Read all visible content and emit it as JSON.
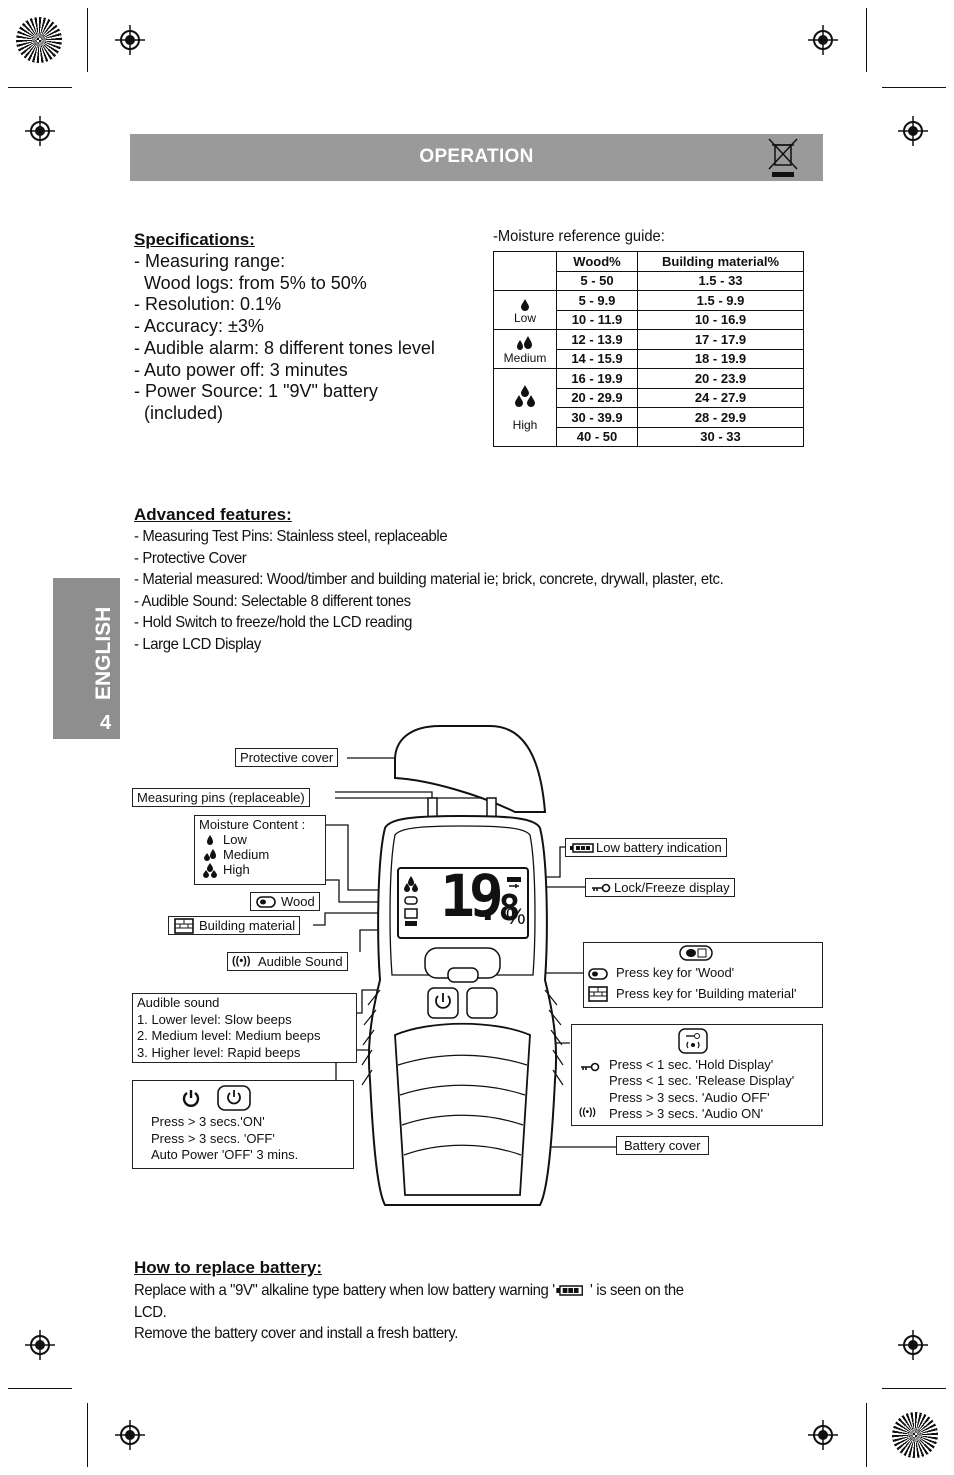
{
  "header": {
    "title": "OPERATION",
    "bin_icon": "crossed-bin-icon"
  },
  "side_tab": {
    "language": "ENGLISH",
    "page_number": "4"
  },
  "specifications": {
    "title": "Specifications:",
    "items": [
      "- Measuring range:",
      "  Wood logs: from 5% to 50%",
      "- Resolution: 0.1%",
      "- Accuracy: ±3%",
      "- Audible alarm: 8 different tones level",
      "- Auto power off: 3 minutes",
      "- Power Source: 1 \"9V\" battery",
      "  (included)"
    ]
  },
  "moisture_guide": {
    "title": "-Moisture reference guide:",
    "headers": [
      "Wood%",
      "Building material%"
    ],
    "rows": [
      [
        "5 - 50",
        "1.5 - 33"
      ],
      [
        "5 - 9.9",
        "1.5 - 9.9"
      ],
      [
        "10 - 11.9",
        "10 - 16.9"
      ],
      [
        "12 - 13.9",
        "17 - 17.9"
      ],
      [
        "14 - 15.9",
        "18 - 19.9"
      ],
      [
        "16 - 19.9",
        "20 - 23.9"
      ],
      [
        "20 - 29.9",
        "24 - 27.9"
      ],
      [
        "30 - 39.9",
        "28 - 29.9"
      ],
      [
        "40 - 50",
        "30 - 33"
      ]
    ],
    "levels": [
      "Low",
      "Medium",
      "High"
    ]
  },
  "advanced": {
    "title": "Advanced features:",
    "items": [
      "- Measuring Test Pins: Stainless steel, replaceable",
      "- Protective Cover",
      "- Material measured: Wood/timber and building material ie; brick, concrete, drywall, plaster, etc.",
      "- Audible Sound: Selectable 8 different tones",
      "- Hold Switch to freeze/hold the LCD reading",
      "- Large LCD Display"
    ]
  },
  "diagram": {
    "protective_cover": "Protective cover",
    "measuring_pins": "Measuring pins (replaceable)",
    "moisture_content": {
      "title": "Moisture Content :",
      "low": "Low",
      "medium": "Medium",
      "high": "High"
    },
    "wood": "Wood",
    "building_material": "Building material",
    "audible_sound_label": "Audible Sound",
    "audible_box": [
      "Audible sound",
      "1. Lower level: Slow beeps",
      "2. Medium level: Medium beeps",
      "3. Higher level: Rapid beeps"
    ],
    "power_box": [
      "Press > 3 secs.'ON'",
      "Press > 3 secs. 'OFF'",
      "Auto Power 'OFF' 3 mins."
    ],
    "low_battery": "Low battery indication",
    "lock_freeze": "Lock/Freeze display",
    "press_wood": "Press key for 'Wood'",
    "press_building": "Press key for 'Building material'",
    "hold_box": [
      "Press < 1 sec. 'Hold Display'",
      "Press < 1 sec. 'Release Display'",
      "Press > 3 secs. 'Audio OFF'",
      "Press > 3 secs. 'Audio ON'"
    ],
    "battery_cover": "Battery cover",
    "lcd_reading_main": "19",
    "lcd_reading_decimal": ".8",
    "lcd_unit": "%"
  },
  "battery": {
    "title": "How to replace battery:",
    "line1_a": "Replace with a \"9V\" alkaline type battery when low battery warning  '",
    "line1_b": "' is seen on the",
    "line2": "LCD.",
    "line3": "Remove the battery cover and install a fresh battery."
  }
}
